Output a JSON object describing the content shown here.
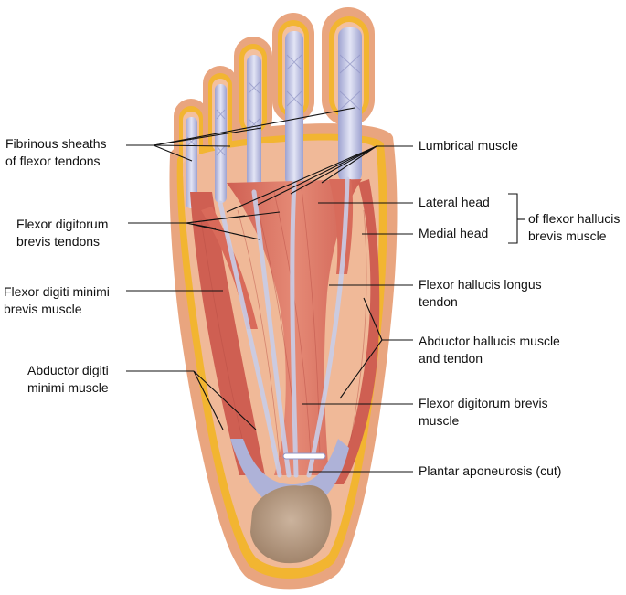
{
  "labels": {
    "fibrinous_sheaths": {
      "line1": "Fibrinous sheaths",
      "line2": "of flexor tendons"
    },
    "flexor_digitorum_brevis_tendons": {
      "line1": "Flexor digitorum",
      "line2": "brevis tendons"
    },
    "flexor_digiti_minimi": {
      "line1": "Flexor digiti minimi",
      "line2": "brevis muscle"
    },
    "abductor_digiti_minimi": {
      "line1": "Abductor digiti",
      "line2": "minimi muscle"
    },
    "lumbrical": {
      "line1": "Lumbrical muscle"
    },
    "lateral_head": {
      "line1": "Lateral head"
    },
    "medial_head": {
      "line1": "Medial head"
    },
    "flexor_hallucis_brevis": {
      "line1": "of flexor hallucis",
      "line2": "brevis muscle"
    },
    "flexor_hallucis_longus": {
      "line1": "Flexor hallucis longus",
      "line2": "tendon"
    },
    "abductor_hallucis": {
      "line1": "Abductor hallucis muscle",
      "line2": "and tendon"
    },
    "flexor_digitorum_brevis_muscle": {
      "line1": "Flexor digitorum brevis",
      "line2": "muscle"
    },
    "plantar_aponeurosis": {
      "line1": "Plantar aponeurosis (cut)"
    }
  },
  "colors": {
    "skin_outer": "#e9a57f",
    "skin_inner": "#f3c09e",
    "fat": "#f2b531",
    "muscle": "#d9705f",
    "muscle_dark": "#c4544a",
    "tendon": "#c9cde8",
    "tendon_dark": "#8f93c4",
    "heel_pad": "#b99d85",
    "leader": "#111111"
  }
}
